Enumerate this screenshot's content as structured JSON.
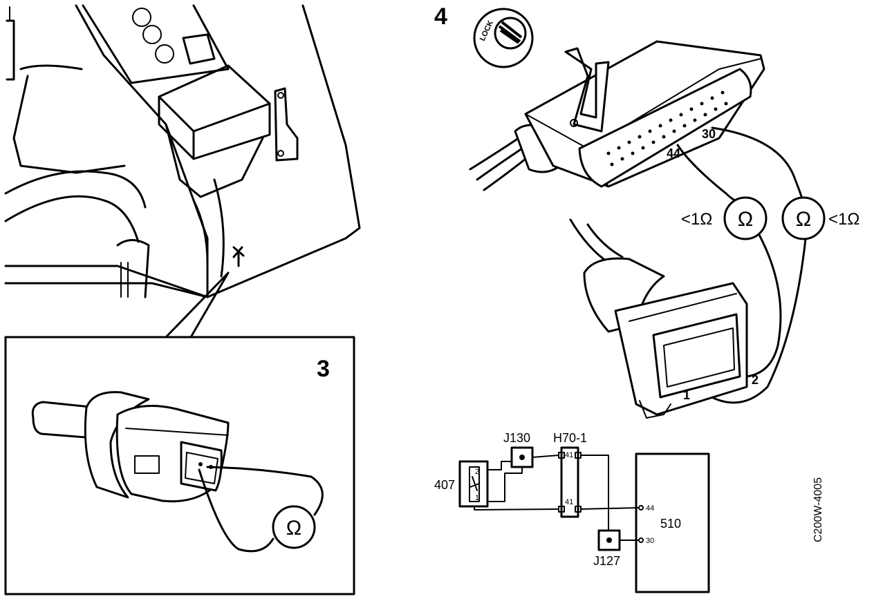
{
  "steps": {
    "step3": "3",
    "step4": "4"
  },
  "panel4": {
    "lock_label": "LOCK",
    "pin_labels": [
      "30",
      "44"
    ],
    "resistance_left": "<1Ω",
    "resistance_right": "<1Ω",
    "ohm_symbol": "Ω",
    "connector_pins": [
      "1",
      "2"
    ]
  },
  "panel3": {
    "ohm_symbol": "Ω"
  },
  "schematic": {
    "j130": "J130",
    "h70": "H70-1",
    "c407": "407",
    "j127": "J127",
    "u510": "510",
    "pin_41_top": "41",
    "pin_41_bottom": "41",
    "pin_44": "44",
    "pin_30": "30",
    "sw_pins": [
      "2",
      "1"
    ]
  },
  "figure_code": "C200W-4005"
}
